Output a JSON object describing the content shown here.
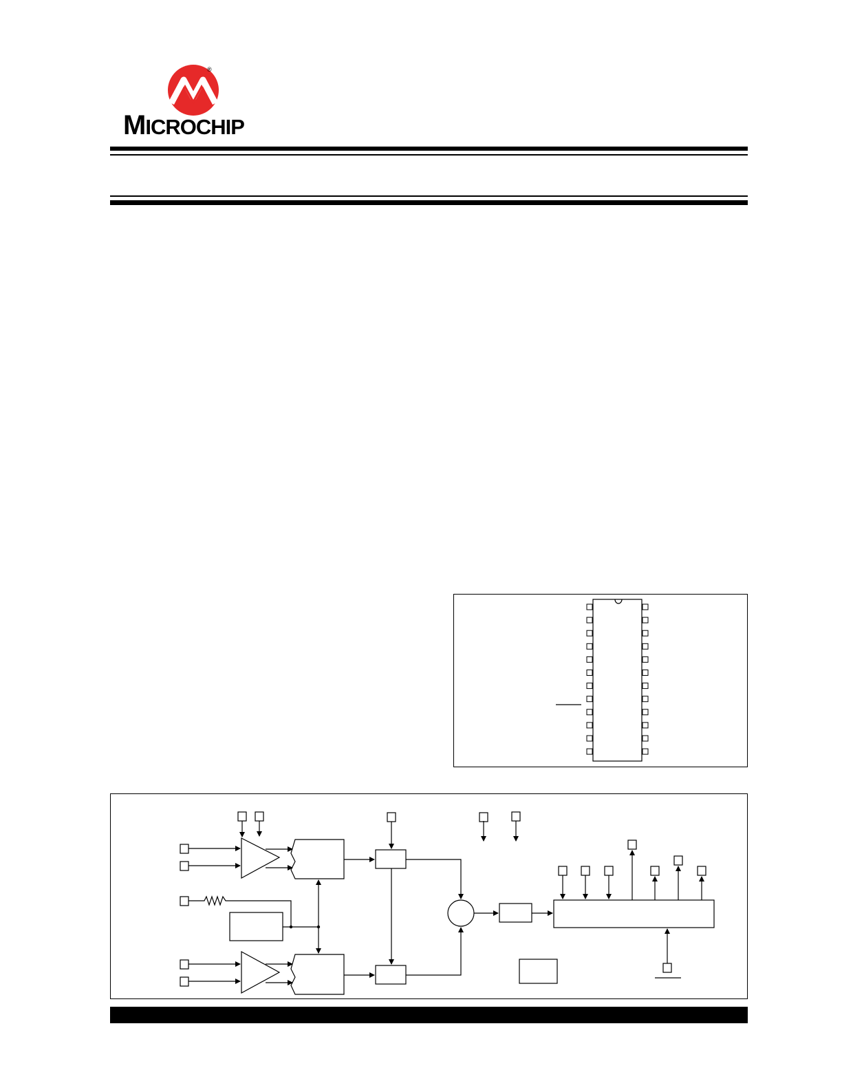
{
  "brand": {
    "name_initial": "M",
    "name_rest": "ICROCHIP",
    "registered_mark": "®",
    "logo_icon": "microchip-logo-icon",
    "logo_color": "#e62929"
  },
  "colors": {
    "ink": "#000000",
    "paper": "#ffffff"
  },
  "package_diagram": {
    "pins_per_side": 12
  },
  "block_diagram": {
    "blocks": [
      "pga-1",
      "adc-1",
      "pga-2",
      "adc-2",
      "reference",
      "multiplier-1",
      "multiplier-2",
      "summer",
      "filter",
      "output-logic",
      "oscillator"
    ]
  }
}
